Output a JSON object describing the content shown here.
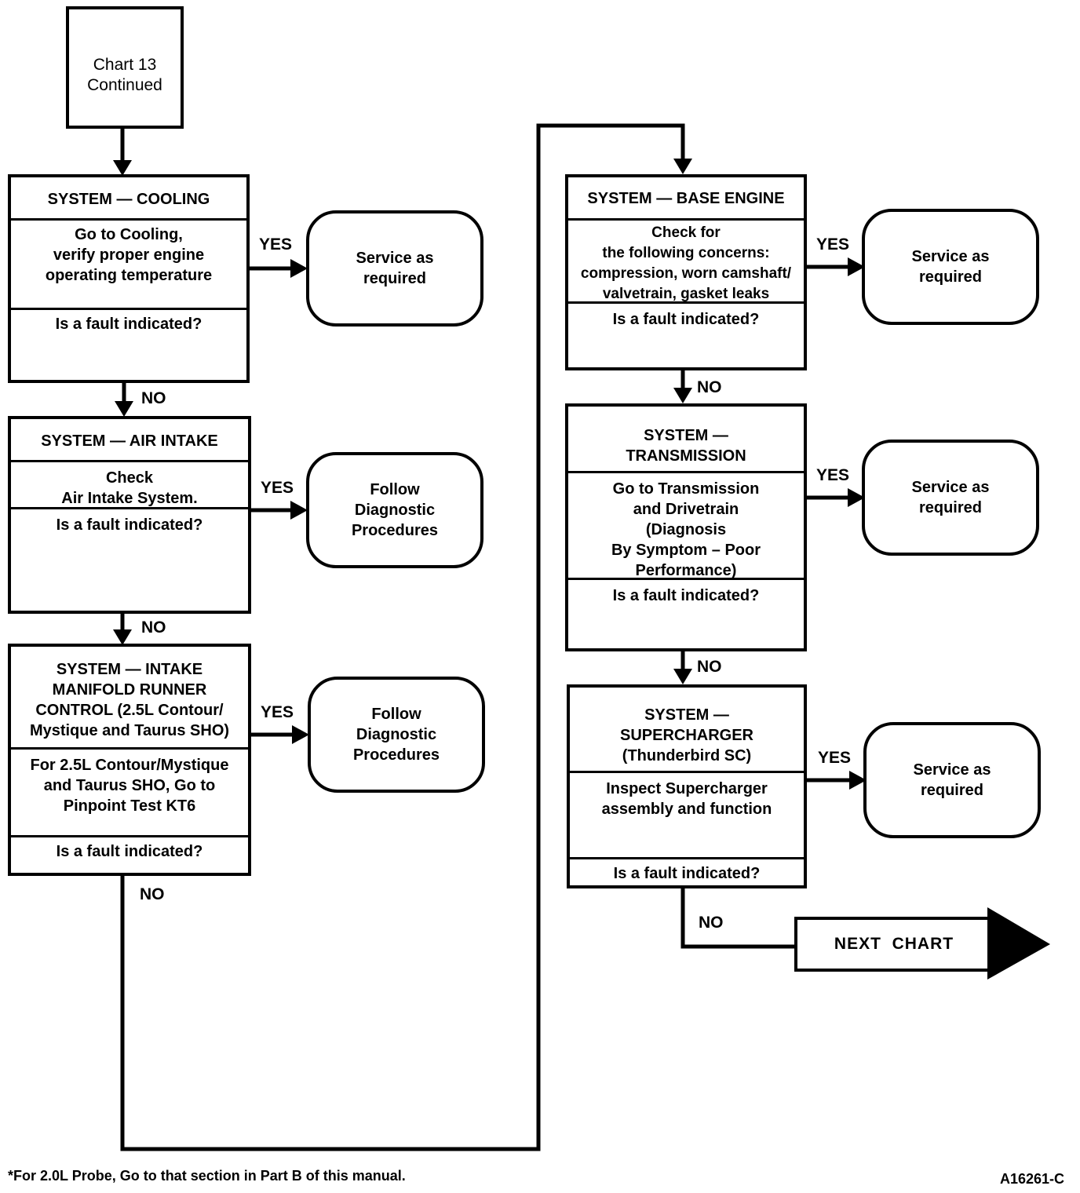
{
  "start": {
    "line1": "Chart 13",
    "line2": "Continued"
  },
  "labels": {
    "yes": "YES",
    "no": "NO"
  },
  "question": "Is a fault indicated?",
  "systems": {
    "cooling": {
      "title": "SYSTEM — COOLING",
      "action": "Go to Cooling,\nverify proper engine\noperating temperature",
      "result": "Service as\nrequired"
    },
    "air_intake": {
      "title": "SYSTEM — AIR INTAKE",
      "action": "Check\nAir Intake System.",
      "result": "Follow\nDiagnostic\nProcedures"
    },
    "imrc": {
      "title": "SYSTEM — INTAKE\nMANIFOLD RUNNER\nCONTROL (2.5L Contour/\nMystique and Taurus SHO)",
      "action": "For 2.5L Contour/Mystique\nand Taurus SHO, Go to\nPinpoint  Test KT6",
      "result": "Follow\nDiagnostic\nProcedures"
    },
    "base_engine": {
      "title": "SYSTEM — BASE ENGINE",
      "action": "Check for\nthe following concerns:\ncompression, worn camshaft/\nvalvetrain, gasket leaks",
      "result": "Service as\nrequired"
    },
    "transmission": {
      "title": "SYSTEM —\nTRANSMISSION",
      "action": "Go to Transmission\nand Drivetrain\n(Diagnosis\nBy Symptom – Poor\nPerformance)",
      "result": "Service as\nrequired"
    },
    "supercharger": {
      "title": "SYSTEM —\nSUPERCHARGER\n(Thunderbird SC)",
      "action": "Inspect Supercharger\nassembly and function",
      "result": "Service as\nrequired"
    }
  },
  "next_chart": "NEXT  CHART",
  "footnote": "*For 2.0L Probe, Go to that section in Part B of this manual.",
  "figure_id": "A16261-C"
}
